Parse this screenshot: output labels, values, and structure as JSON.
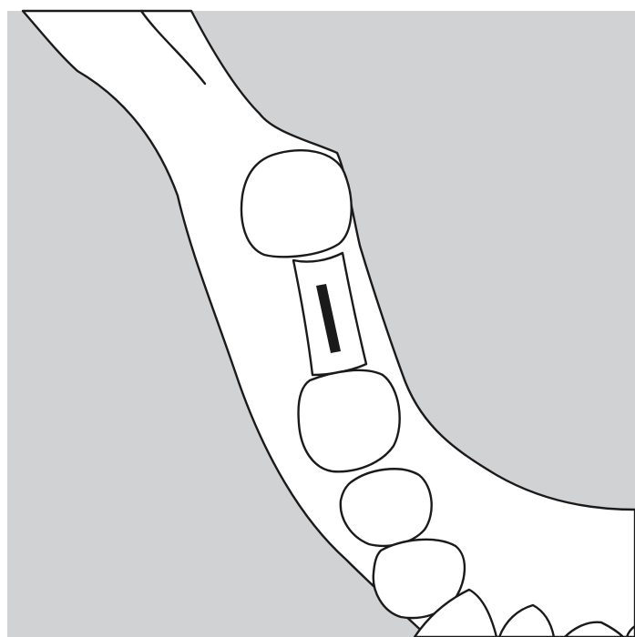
{
  "illustration": {
    "colors": {
      "background_panel": "#d1d2d4",
      "page": "#ffffff",
      "tissue_fill": "#ffffff",
      "outline": "#1a1a1a",
      "bar_fill": "#1a1a1a"
    },
    "elements": [
      "jaw-outline",
      "bridge-crown",
      "connector-bar",
      "molar-tooth",
      "premolar-tooth",
      "canine-tooth",
      "incisor-teeth"
    ]
  }
}
